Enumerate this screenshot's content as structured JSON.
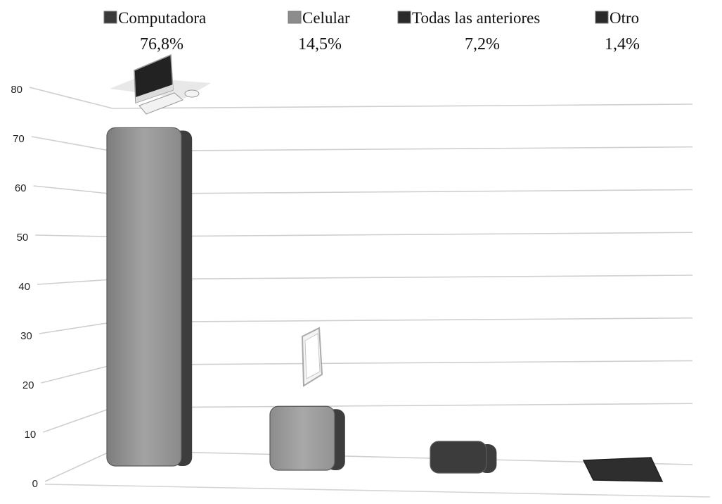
{
  "chart_data": {
    "type": "bar",
    "title": "",
    "xlabel": "",
    "ylabel": "",
    "ylim": [
      0,
      80
    ],
    "yticks": [
      0,
      10,
      20,
      30,
      40,
      50,
      60,
      70,
      80
    ],
    "grid": true,
    "legend_position": "top",
    "categories": [
      "Computadora",
      "Celular",
      "Todas las anteriores",
      "Otro"
    ],
    "values": [
      76.8,
      14.5,
      7.2,
      1.4
    ],
    "value_labels": [
      "76,8%",
      "14,5%",
      "7,2%",
      "1,4%"
    ],
    "colors": [
      "#8f8f8f",
      "#9a9a9a",
      "#3c3c3c",
      "#2e2e2e"
    ],
    "icons": [
      "computer-icon",
      "smartphone-icon",
      "",
      ""
    ]
  }
}
